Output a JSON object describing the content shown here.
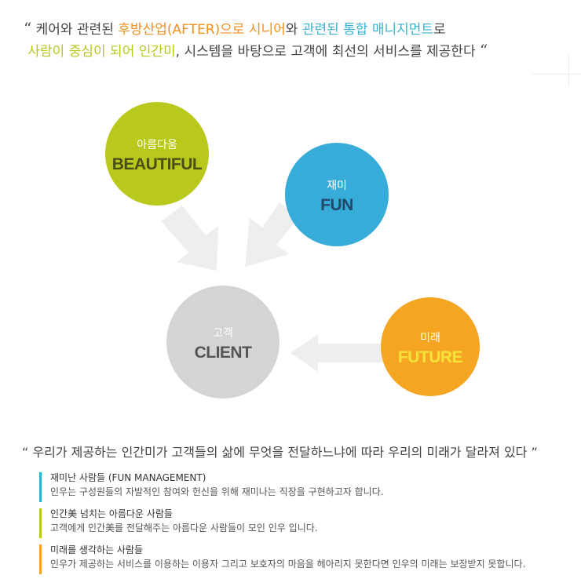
{
  "header": {
    "open_quote": "“",
    "close_quote": "“",
    "seg1": " 케어와 관련된 ",
    "seg2": "후방산업(AFTER)으로 시니어",
    "seg3": "와 ",
    "seg4": "관련된 통합 매니지먼트",
    "seg5": "로",
    "seg6": "사람이 중심이 되어 인간미",
    "seg7": ", 시스템을 바탕으로 고객에 최선의 서비스를 제공한다 "
  },
  "diagram": {
    "beautiful": {
      "ko": "아름다움",
      "en": "BEAUTIFUL",
      "color": "#b9c91b"
    },
    "fun": {
      "ko": "재미",
      "en": "FUN",
      "color": "#38acd9"
    },
    "future": {
      "ko": "미래",
      "en": "FUTURE",
      "color": "#f4a522"
    },
    "client": {
      "ko": "고객",
      "en": "CLIENT",
      "color": "#d4d4d4"
    }
  },
  "subheading": "“ 우리가 제공하는 인간미가 고객들의 삶에 무엇을 전달하느냐에 따라  우리의 미래가 달라져 있다 ”",
  "items": [
    {
      "title": "재미난 사람들 (FUN MANAGEMENT)",
      "desc": "인우는 구성원들의 자발적인 참여와 헌신을 위해 재미나는 직장을 구현하고자 합니다.",
      "color": "#38acd9"
    },
    {
      "title": "인간美 넘치는 아름다운 사람들",
      "desc": "고객에게 인간美를 전달해주는 아름다운 사람들이 모인 인우 입니다.",
      "color": "#b9c91b"
    },
    {
      "title": "미래를 생각하는 사람들",
      "desc": "인우가 제공하는 서비스를 이용하는 이용자 그리고 보호자의 마음을 헤아리지 못한다면 인우의 미래는 보장받지 못합니다.",
      "color": "#f4a522"
    }
  ]
}
